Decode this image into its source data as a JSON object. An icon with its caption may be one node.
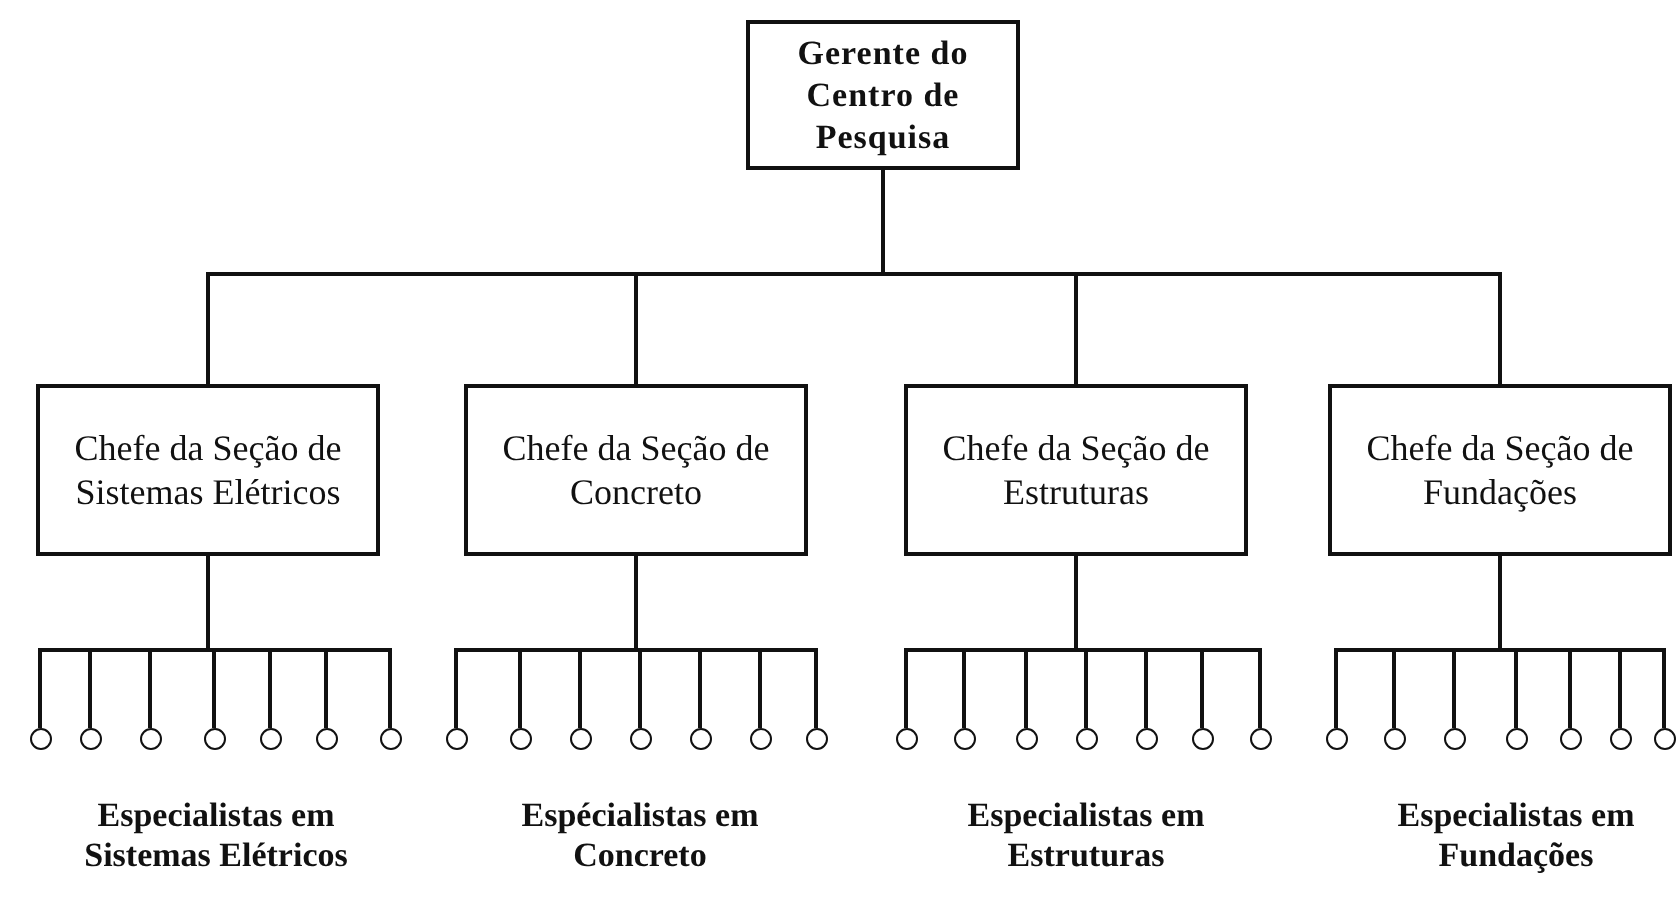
{
  "diagram": {
    "nodes": [
      {
        "text": [
          "Gerente do Centro de Pesquisa"
        ]
      },
      {
        "text": [
          "Chefe da Seção de Sistemas Elétricos"
        ]
      },
      {
        "text": [
          "Chefe da Seção de Concreto"
        ]
      },
      {
        "text": [
          "Chefe da Seção de Estruturas"
        ]
      },
      {
        "text": [
          "Chefe da Seção de Fundações"
        ]
      },
      {
        "text": [],
        "shape": "circle"
      },
      {
        "text": [],
        "shape": "circle"
      },
      {
        "text": [],
        "shape": "circle"
      },
      {
        "text": [],
        "shape": "circle"
      },
      {
        "text": [],
        "shape": "circle"
      },
      {
        "text": [],
        "shape": "circle"
      },
      {
        "text": [],
        "shape": "circle"
      },
      {
        "text": [],
        "shape": "circle"
      },
      {
        "text": [],
        "shape": "circle"
      },
      {
        "text": [],
        "shape": "circle"
      },
      {
        "text": [],
        "shape": "circle"
      },
      {
        "text": [],
        "shape": "circle"
      },
      {
        "text": [],
        "shape": "circle"
      },
      {
        "text": [],
        "shape": "circle"
      },
      {
        "text": [],
        "shape": "circle"
      },
      {
        "text": [],
        "shape": "circle"
      },
      {
        "text": [],
        "shape": "circle"
      },
      {
        "text": [],
        "shape": "circle"
      },
      {
        "text": [],
        "shape": "circle"
      },
      {
        "text": [],
        "shape": "circle"
      },
      {
        "text": [],
        "shape": "circle"
      },
      {
        "text": [],
        "shape": "circle"
      },
      {
        "text": [],
        "shape": "circle"
      },
      {
        "text": [],
        "shape": "circle"
      },
      {
        "text": [],
        "shape": "circle"
      },
      {
        "text": [],
        "shape": "circle"
      },
      {
        "text": [],
        "shape": "circle"
      },
      {
        "text": [],
        "shape": "circle"
      }
    ],
    "edges": [
      {
        "from": 0,
        "to": 1,
        "arrow": "none"
      },
      {
        "from": 0,
        "to": 2,
        "arrow": "none"
      },
      {
        "from": 0,
        "to": 3,
        "arrow": "none"
      },
      {
        "from": 0,
        "to": 4,
        "arrow": "none"
      },
      {
        "from": 1,
        "to": 5,
        "arrow": "none"
      },
      {
        "from": 1,
        "to": 6,
        "arrow": "none"
      },
      {
        "from": 1,
        "to": 7,
        "arrow": "none"
      },
      {
        "from": 1,
        "to": 8,
        "arrow": "none"
      },
      {
        "from": 1,
        "to": 9,
        "arrow": "none"
      },
      {
        "from": 1,
        "to": 10,
        "arrow": "none"
      },
      {
        "from": 1,
        "to": 11,
        "arrow": "none"
      },
      {
        "from": 2,
        "to": 12,
        "arrow": "none"
      },
      {
        "from": 2,
        "to": 13,
        "arrow": "none"
      },
      {
        "from": 2,
        "to": 14,
        "arrow": "none"
      },
      {
        "from": 2,
        "to": 15,
        "arrow": "none"
      },
      {
        "from": 2,
        "to": 16,
        "arrow": "none"
      },
      {
        "from": 2,
        "to": 17,
        "arrow": "none"
      },
      {
        "from": 2,
        "to": 18,
        "arrow": "none"
      },
      {
        "from": 3,
        "to": 19,
        "arrow": "none"
      },
      {
        "from": 3,
        "to": 20,
        "arrow": "none"
      },
      {
        "from": 3,
        "to": 21,
        "arrow": "none"
      },
      {
        "from": 3,
        "to": 22,
        "arrow": "none"
      },
      {
        "from": 3,
        "to": 23,
        "arrow": "none"
      },
      {
        "from": 3,
        "to": 24,
        "arrow": "none"
      },
      {
        "from": 3,
        "to": 25,
        "arrow": "none"
      },
      {
        "from": 4,
        "to": 26,
        "arrow": "none"
      },
      {
        "from": 4,
        "to": 27,
        "arrow": "none"
      },
      {
        "from": 4,
        "to": 28,
        "arrow": "none"
      },
      {
        "from": 4,
        "to": 29,
        "arrow": "none"
      },
      {
        "from": 4,
        "to": 30,
        "arrow": "none"
      },
      {
        "from": 4,
        "to": 31,
        "arrow": "none"
      },
      {
        "from": 4,
        "to": 32,
        "arrow": "none"
      }
    ],
    "labels": [
      "Especialistas em Sistemas Elétricos",
      "Espécialistas em Concreto",
      "Especialistas em Estruturas",
      "Especialistas em Fundações"
    ]
  }
}
